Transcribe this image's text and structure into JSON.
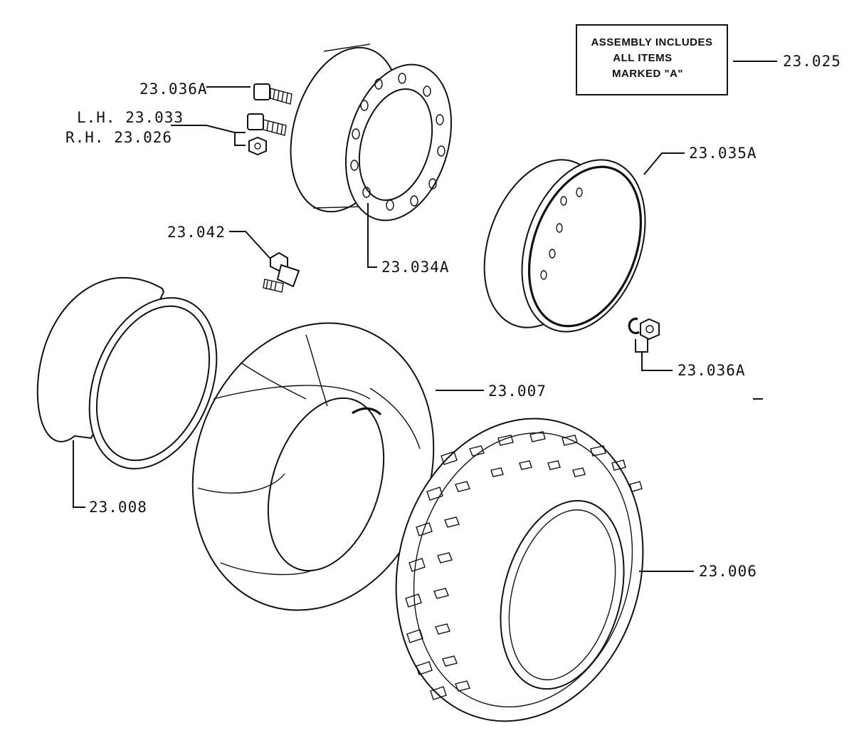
{
  "assembly_note": {
    "line1": "ASSEMBLY INCLUDES",
    "line2": "ALL ITEMS",
    "line3": "MARKED \"A\"",
    "ref": "23.025"
  },
  "callouts": {
    "bolt": "23.036A",
    "lh": "L.H. 23.033",
    "rh": "R.H. 23.026",
    "valve": "23.042",
    "rim_outer": "23.034A",
    "rim_inner": "23.035A",
    "nut": "23.036A",
    "tube": "23.007",
    "flap": "23.008",
    "tire": "23.006"
  }
}
